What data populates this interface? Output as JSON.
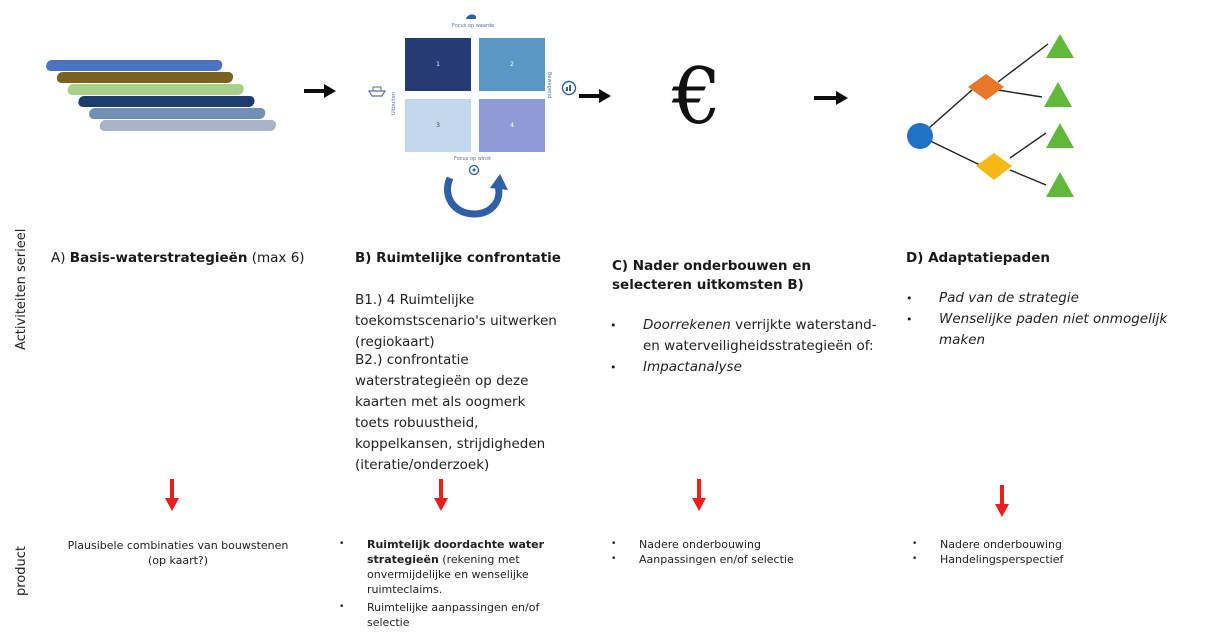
{
  "row_labels": {
    "activities": "Activiteiten serieel",
    "product": "product"
  },
  "matrix": {
    "top_label": "Focus op waarde",
    "bottom_label": "Focus op winst",
    "left_label": "Uitbuiten",
    "right_label": "Bewegend",
    "quadrants": [
      "1",
      "2",
      "3",
      "4"
    ],
    "colors": [
      "#263a73",
      "#5b97c5",
      "#c3d8ea",
      "#8e9bd6"
    ]
  },
  "symbols": {
    "euro": "€"
  },
  "colors": {
    "arrow_black": "#0d0d0d",
    "arrow_red": "#ee1c1c",
    "tree_circle": "#1f72c6",
    "tree_diamond_orange": "#e8772a",
    "tree_diamond_yellow": "#f4b916",
    "tree_triangle": "#62b83b",
    "cycle_arrow": "#2e5fa7",
    "stripes": [
      "#4a73c1",
      "#7a6120",
      "#a9cf8c",
      "#1c3c6d",
      "#6f8fb3",
      "#a8b5c9"
    ]
  },
  "sections": {
    "A": {
      "heading_prefix": "A) ",
      "heading_bold": "Basis-waterstrategieën",
      "heading_suffix": " (max 6)",
      "product": "Plausibele combinaties van bouwstenen (op kaart?)"
    },
    "B": {
      "heading": "B) Ruimtelijke confrontatie",
      "body_1": "B1.) 4 Ruimtelijke toekomstscenario's uitwerken (regiokaart)",
      "body_2": " B2.) confrontatie waterstrategieën op deze kaarten met als oogmerk toets robuustheid, koppelkansen, strijdigheden (iteratie/onderzoek)",
      "product_1_bold": "Ruimtelijk doordachte water strategieën",
      "product_1_rest": " (rekening met onvermijdelijke en wenselijke ruimteclaims.",
      "product_2": "Ruimtelijke aanpassingen en/of selectie"
    },
    "C": {
      "heading": "C)  Nader onderbouwen en selecteren uitkomsten B)",
      "bullet_1_italic": "Doorrekenen",
      "bullet_1_rest": " verrijkte waterstand- en waterveiligheidsstrategieën of:",
      "bullet_2_italic": "Impactanalyse",
      "product_1": "Nadere onderbouwing",
      "product_2": "Aanpassingen en/of selectie"
    },
    "D": {
      "heading": "D)  Adaptatiepaden",
      "bullet_1": "Pad van de strategie",
      "bullet_2": "Wenselijke paden niet onmogelijk maken",
      "product_1": "Nadere onderbouwing",
      "product_2": "Handelingsperspectief"
    }
  }
}
